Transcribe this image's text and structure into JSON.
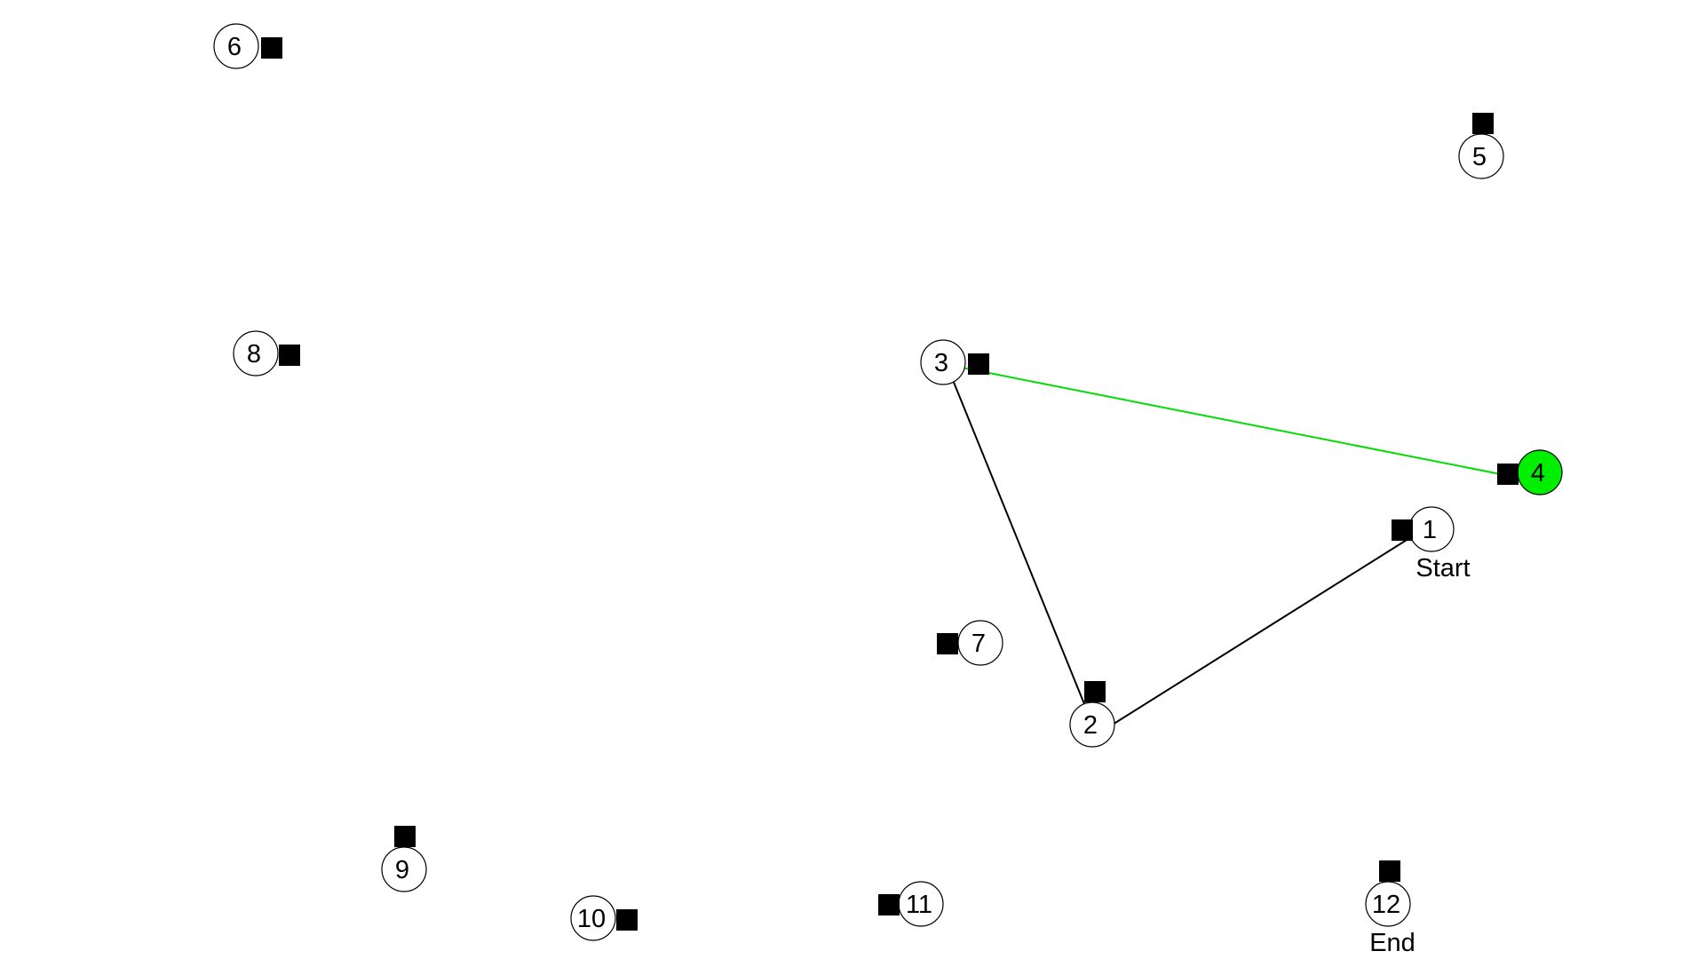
{
  "graph": {
    "nodes": [
      {
        "id": "1",
        "label": "1",
        "tag": "Start",
        "highlighted": false
      },
      {
        "id": "2",
        "label": "2",
        "tag": "",
        "highlighted": false
      },
      {
        "id": "3",
        "label": "3",
        "tag": "",
        "highlighted": false
      },
      {
        "id": "4",
        "label": "4",
        "tag": "",
        "highlighted": true
      },
      {
        "id": "5",
        "label": "5",
        "tag": "",
        "highlighted": false
      },
      {
        "id": "6",
        "label": "6",
        "tag": "",
        "highlighted": false
      },
      {
        "id": "7",
        "label": "7",
        "tag": "",
        "highlighted": false
      },
      {
        "id": "8",
        "label": "8",
        "tag": "",
        "highlighted": false
      },
      {
        "id": "9",
        "label": "9",
        "tag": "",
        "highlighted": false
      },
      {
        "id": "10",
        "label": "10",
        "tag": "",
        "highlighted": false
      },
      {
        "id": "11",
        "label": "11",
        "tag": "",
        "highlighted": false
      },
      {
        "id": "12",
        "label": "12",
        "tag": "End",
        "highlighted": false
      }
    ],
    "edges": [
      {
        "from": "1",
        "to": "2",
        "state": "visited"
      },
      {
        "from": "2",
        "to": "3",
        "state": "visited"
      },
      {
        "from": "3",
        "to": "4",
        "state": "active"
      }
    ]
  },
  "colors": {
    "background": "#ffffff",
    "node_fill": "#ffffff",
    "node_stroke": "#000000",
    "highlight_fill": "#00ee00",
    "visited_edge": "#000000",
    "active_edge": "#00dd00",
    "marker": "#000000"
  }
}
